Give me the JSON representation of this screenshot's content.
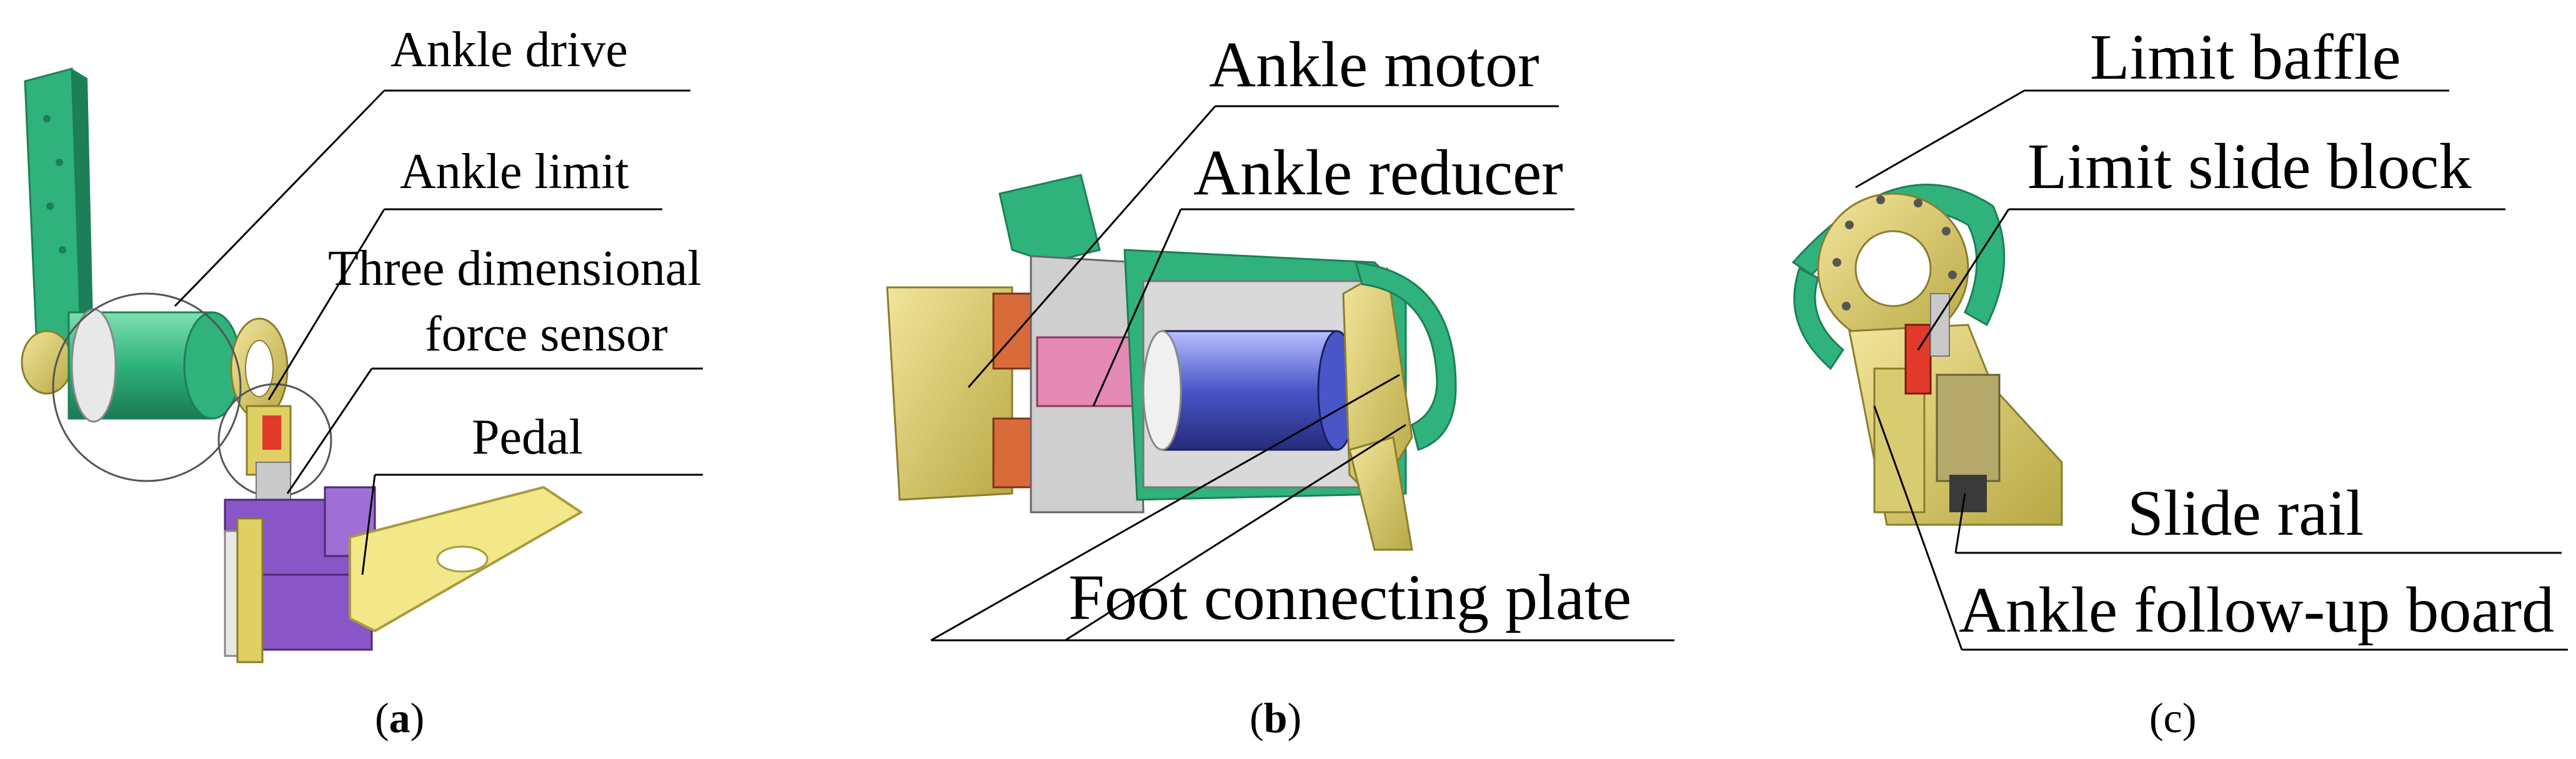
{
  "panels": {
    "a": {
      "caption_open": "(",
      "caption_letter": "a",
      "caption_close": ")",
      "labels": {
        "ankle_drive": "Ankle drive",
        "ankle_limit": "Ankle limit",
        "sensor_line1": "Three dimensional",
        "sensor_line2": "force sensor",
        "pedal": "Pedal"
      }
    },
    "b": {
      "caption_open": "(",
      "caption_letter": "b",
      "caption_close": ")",
      "labels": {
        "ankle_motor": "Ankle motor",
        "ankle_reducer": "Ankle reducer",
        "foot_plate": "Foot connecting plate"
      }
    },
    "c": {
      "caption_open": "(",
      "caption_letter": "c",
      "caption_close": ")",
      "labels": {
        "limit_baffle": "Limit baffle",
        "limit_slide_block": "Limit slide block",
        "slide_rail": "Slide rail",
        "follow_up_board": "Ankle follow-up board"
      }
    }
  },
  "colors": {
    "green": "#2fb27c",
    "green_dark": "#1d7f57",
    "yellow": "#e0cf62",
    "yellow_dark": "#a99a3c",
    "purple": "#8a55c6",
    "red": "#e23a2a",
    "blue": "#4a55c8",
    "pink": "#e58ab4",
    "gray": "#c9c9c9"
  }
}
